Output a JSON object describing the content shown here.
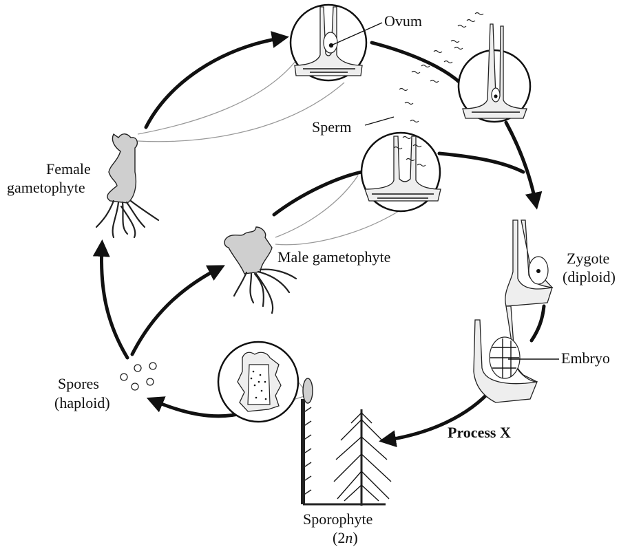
{
  "labels": {
    "ovum": "Ovum",
    "sperm": "Sperm",
    "female_line1": "Female",
    "female_line2": "gametophyte",
    "male": "Male gametophyte",
    "zygote_line1": "Zygote",
    "zygote_line2": "(diploid)",
    "embryo": "Embryo",
    "process": "Process X",
    "spores_line1": "Spores",
    "spores_line2": "(haploid)",
    "sporophyte_line1": "Sporophyte",
    "sporophyte_paren_open": "(2",
    "sporophyte_n": "n",
    "sporophyte_paren_close": ")"
  },
  "colors": {
    "ink": "#111111",
    "tissue": "#eeeeee",
    "gametophyte_fill": "#cfcfcf"
  }
}
